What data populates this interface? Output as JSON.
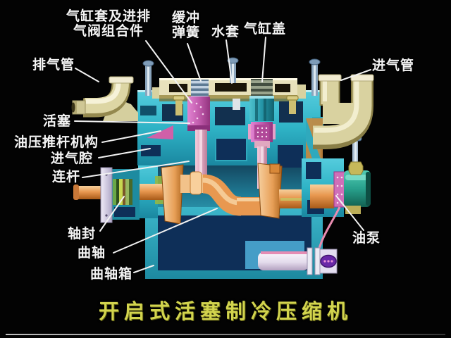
{
  "title": "开启式活塞制冷压缩机",
  "labels": {
    "cylinder_liner_valve_assembly": {
      "line1": "气缸套及进排",
      "line2": "气阀组合件"
    },
    "buffer_spring": {
      "line1": "缓冲",
      "line2": "弹簧"
    },
    "water_jacket": "水套",
    "cylinder_head": "气缸盖",
    "exhaust_pipe": "排气管",
    "intake_pipe": "进气管",
    "piston": "活塞",
    "oil_pressure_pushrod_mechanism": "油压推杆机构",
    "intake_chamber": "进气腔",
    "connecting_rod": "连杆",
    "shaft_seal": "轴封",
    "crankshaft": "曲轴",
    "crankcase": "曲轴箱",
    "oil_pump": "油泵"
  },
  "colors": {
    "background": "#030303",
    "label_text": "#f4f4f4",
    "title_text": "#d2d44e",
    "body_cyan": "#2fb3c6",
    "chamber_navy": "#0e2f58",
    "crank_orange": "#e89850",
    "pipe_cream": "#d9d2a0",
    "piston_magenta": "#c85cb4",
    "pushrod_pink": "#e8b4cc",
    "pump_teal": "#2aa28e",
    "seal_green": "#9ab83e",
    "strainer_white": "#ece6f2"
  }
}
